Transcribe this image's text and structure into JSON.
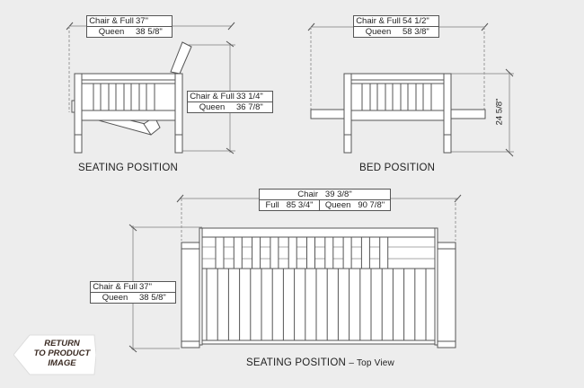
{
  "seating": {
    "caption": "SEATING POSITION",
    "width_table": {
      "rows": [
        {
          "label": "Chair & Full",
          "value": "37\""
        },
        {
          "label": "Queen",
          "value": "38 5/8\""
        }
      ]
    },
    "depth_table": {
      "rows": [
        {
          "label": "Chair & Full",
          "value": "33 1/4\""
        },
        {
          "label": "Queen",
          "value": "36 7/8\""
        }
      ]
    }
  },
  "bed": {
    "caption": "BED POSITION",
    "length_table": {
      "rows": [
        {
          "label": "Chair & Full",
          "value": "54 1/2\""
        },
        {
          "label": "Queen",
          "value": "58 3/8\""
        }
      ]
    },
    "height_label": "24 5/8\""
  },
  "top_view": {
    "caption": "SEATING POSITION",
    "caption_suffix": "– Top View",
    "width_table": {
      "chair": "Chair   39 3/8\"",
      "full": "Full   85 3/4\"",
      "queen": "Queen   90 7/8\""
    },
    "depth_table": {
      "rows": [
        {
          "label": "Chair & Full",
          "value": "37\""
        },
        {
          "label": "Queen",
          "value": "38 5/8\""
        }
      ]
    }
  },
  "return_button": {
    "line1": "RETURN",
    "line2": "TO PRODUCT",
    "line3": "IMAGE"
  }
}
